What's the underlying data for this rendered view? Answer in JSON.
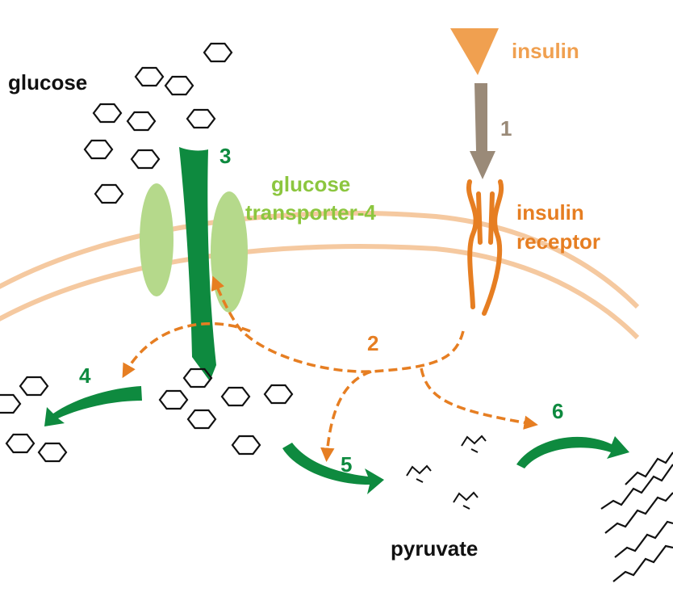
{
  "labels": {
    "glucose": "glucose",
    "glut4_line1": "glucose",
    "glut4_line2": "transporter-4",
    "insulin": "insulin",
    "receptor_line1": "insulin",
    "receptor_line2": "receptor",
    "pyruvate": "pyruvate"
  },
  "steps": [
    "1",
    "2",
    "3",
    "4",
    "5",
    "6"
  ],
  "colors": {
    "black_text": "#111111",
    "green_text": "#8cc63f",
    "green_arrow": "#0e8a3f",
    "orange": "#e67e22",
    "insulin_triangle": "#f0a050",
    "membrane": "#f5c9a0",
    "transporter": "#b5d98b",
    "gray_arrow": "#9a8a78",
    "molecule": "#111111"
  },
  "icons": [
    "glucose-hexagon-icon",
    "glycogen-chain-icon",
    "pyruvate-molecule-icon",
    "fatty-acid-chain-icon"
  ]
}
